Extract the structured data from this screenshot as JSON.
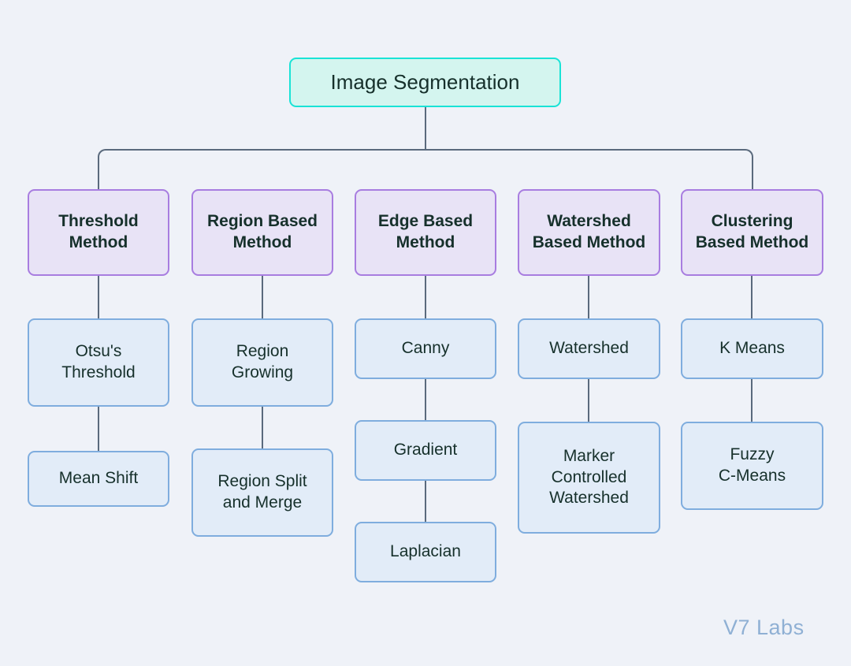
{
  "diagram": {
    "title": "Image Segmentation",
    "background_color": "#eff2f8",
    "connector_color": "#5a6a7d",
    "root": {
      "label": "Image Segmentation",
      "fill": "#d4f5ef",
      "border": "#19e3d6"
    },
    "level2_style": {
      "fill": "#e8e3f6",
      "border": "#a87de0"
    },
    "level3_style": {
      "fill": "#e2ecf8",
      "border": "#7fadde"
    },
    "branches": [
      {
        "label": "Threshold\nMethod",
        "children": [
          {
            "label": "Otsu's\nThreshold"
          },
          {
            "label": "Mean Shift"
          }
        ]
      },
      {
        "label": "Region Based\nMethod",
        "children": [
          {
            "label": "Region\nGrowing"
          },
          {
            "label": "Region Split\nand Merge"
          }
        ]
      },
      {
        "label": "Edge Based\nMethod",
        "children": [
          {
            "label": "Canny"
          },
          {
            "label": "Gradient"
          },
          {
            "label": "Laplacian"
          }
        ]
      },
      {
        "label": "Watershed\nBased Method",
        "children": [
          {
            "label": "Watershed"
          },
          {
            "label": "Marker\nControlled\nWatershed"
          }
        ]
      },
      {
        "label": "Clustering\nBased Method",
        "children": [
          {
            "label": "K Means"
          },
          {
            "label": "Fuzzy\nC-Means"
          }
        ]
      }
    ]
  },
  "watermark": {
    "text": "V7 Labs",
    "color": "#8fb0d4"
  }
}
